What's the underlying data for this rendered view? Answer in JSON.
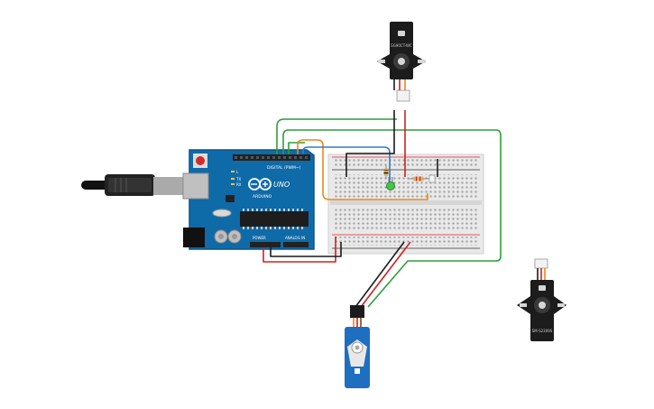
{
  "colors": {
    "arduino_board": "#0f6aa8",
    "arduino_edge": "#0b5586",
    "breadboard": "#e9e9e9",
    "wire_green": "#2e9e3a",
    "wire_orange": "#e8891e",
    "wire_blue": "#2b7fc4",
    "wire_red": "#d0201e",
    "wire_black": "#1a1a1a",
    "servo_black": "#1c1c1c",
    "servo_blue": "#1e6fc0",
    "led_green": "#4bc24b"
  },
  "arduino": {
    "logo_text": "UNO",
    "model_text": "ARDUINO",
    "digital_label": "DIGITAL (PWM~)",
    "power_label": "POWER",
    "analog_label": "ANALOG IN",
    "tx_label": "TX",
    "rx_label": "RX",
    "l_label": "L"
  },
  "servos": {
    "top_model": "SG90CT-WC",
    "right_model": "SM-S2309S"
  },
  "icons": {
    "usb": "usb-cable-icon",
    "led": "led-icon",
    "resistor": "resistor-icon"
  }
}
